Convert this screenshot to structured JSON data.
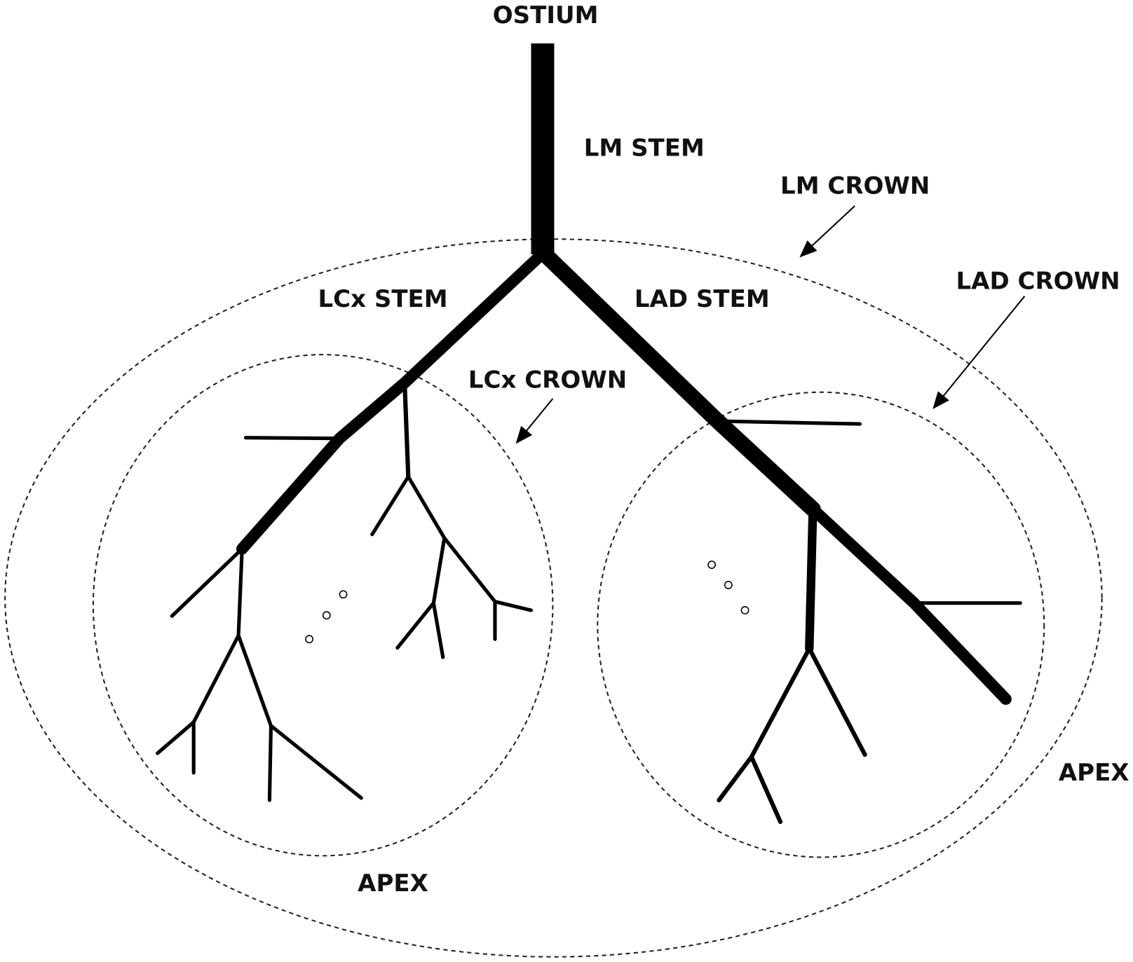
{
  "labels": {
    "ostium": "OSTIUM",
    "lm_stem": "LM STEM",
    "lm_crown": "LM CROWN",
    "lad_crown": "LAD CROWN",
    "lcx_stem": "LCx STEM",
    "lad_stem": "LAD STEM",
    "lcx_crown": "LCx CROWN",
    "apex_left": "APEX",
    "apex_right": "APEX"
  },
  "colors": {
    "vessel": "#000000",
    "outline": "#222222",
    "background": "#ffffff"
  }
}
